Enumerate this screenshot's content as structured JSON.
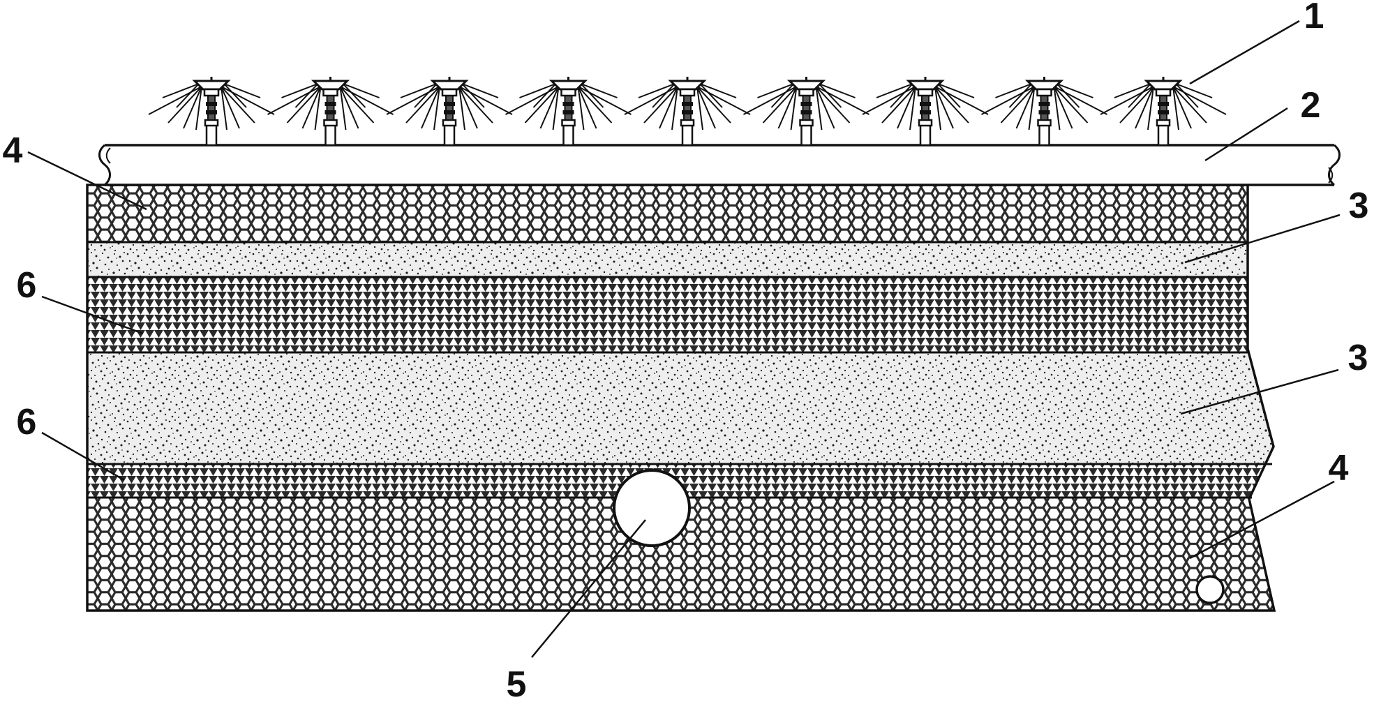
{
  "colors": {
    "ink": "#111111",
    "paper": "#ffffff",
    "hex_fill": "#2b2b2b",
    "tri_fill": "#2a2a2a",
    "sand_base": "#eeeeee",
    "sand_dot": "#1a1a1a"
  },
  "components": {
    "sprinklers": {
      "count": 9
    },
    "layers": [
      "hexagon-mesh",
      "sand",
      "triangle-mesh",
      "sand",
      "triangle-mesh",
      "hexagon-mesh"
    ],
    "pipes": [
      "large-drain-pipe",
      "small-drain-pipe"
    ]
  },
  "labels": [
    {
      "id": "label-1",
      "text": "1"
    },
    {
      "id": "label-2",
      "text": "2"
    },
    {
      "id": "label-3-upper",
      "text": "3"
    },
    {
      "id": "label-3-lower",
      "text": "3"
    },
    {
      "id": "label-4-left",
      "text": "4"
    },
    {
      "id": "label-4-right",
      "text": "4"
    },
    {
      "id": "label-5",
      "text": "5"
    },
    {
      "id": "label-6-upper",
      "text": "6"
    },
    {
      "id": "label-6-lower",
      "text": "6"
    }
  ]
}
